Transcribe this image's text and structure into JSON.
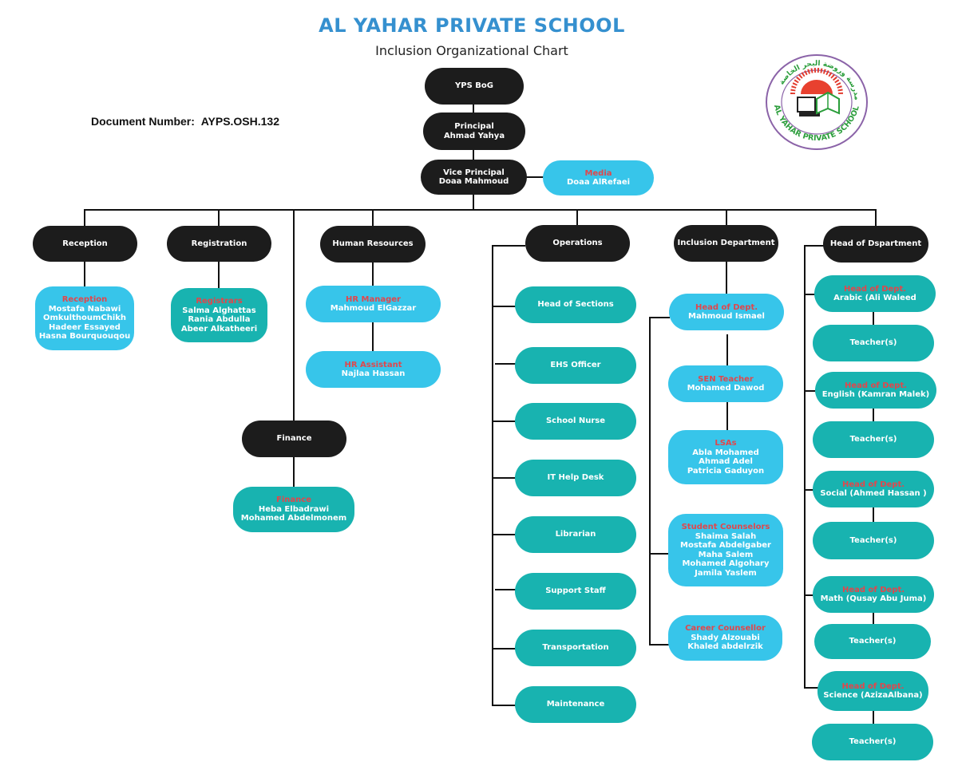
{
  "header": {
    "school_name": "AL YAHAR PRIVATE SCHOOL",
    "chart_title": "Inclusion Organizational Chart",
    "document_number_label": "Document Number:",
    "document_number": "AYPS.OSH.132"
  },
  "logo": {
    "icon": "school-crest-icon",
    "text": "AL YAHAR PRIVATE SCHOOL"
  },
  "colors": {
    "title": "#3590cf",
    "dark_node": "#1c1c1c",
    "teal_node": "#18b3b0",
    "blue_node": "#37c5ea",
    "role_label": "#e0474c"
  },
  "top": {
    "bog": "YPS BoG",
    "principal": {
      "role": "Principal",
      "name": "Ahmad Yahya"
    },
    "vice_principal": {
      "role": "Vice Principal",
      "name": "Doaa Mahmoud"
    },
    "media": {
      "role": "Media",
      "name": "Doaa AlRefaei"
    }
  },
  "departments": {
    "reception": {
      "title": "Reception",
      "staff": {
        "role": "Reception",
        "names": [
          "Mostafa Nabawi",
          "OmkulthoumChikh",
          "Hadeer Essayed",
          "Hasna Bourquouqou"
        ]
      }
    },
    "registration": {
      "title": "Registration",
      "staff": {
        "role": "Registrars",
        "names": [
          "Salma Alghattas",
          "Rania Abdulla",
          "Abeer Alkatheeri"
        ]
      }
    },
    "hr": {
      "title": "Human Resources",
      "manager": {
        "role": "HR Manager",
        "name": "Mahmoud ElGazzar"
      },
      "assistant": {
        "role": "HR Assistant",
        "name": "Najlaa Hassan"
      }
    },
    "finance": {
      "title": "Finance",
      "staff": {
        "role": "Finance",
        "names": [
          "Heba Elbadrawi",
          "Mohamed Abdelmonem"
        ]
      }
    },
    "operations": {
      "title": "Operations",
      "units": [
        "Head of Sections",
        "EHS Officer",
        "School Nurse",
        "IT Help Desk",
        "Librarian",
        "Support Staff",
        "Transportation",
        "Maintenance"
      ]
    },
    "inclusion": {
      "title": "Inclusion Department",
      "head": {
        "role": "Head of Dept.",
        "names": [
          "Mahmoud Ismael"
        ]
      },
      "sen": {
        "role": "SEN Teacher",
        "names": [
          "Mohamed Dawod"
        ]
      },
      "lsas": {
        "role": "LSAs",
        "names": [
          "Abla Mohamed",
          "Ahmad Adel",
          "Patricia Gaduyon"
        ]
      },
      "counselors": {
        "role": "Student Counselors",
        "names": [
          "Shaima Salah",
          "Mostafa Abdelgaber",
          "Maha Salem",
          "Mohamed Algohary",
          "Jamila Yaslem"
        ]
      },
      "career": {
        "role": "Career Counsellor",
        "names": [
          "Shady Alzouabi",
          "Khaled abdelrzik"
        ]
      }
    },
    "hod": {
      "title": "Head of Dspartment",
      "teacher_label": "Teacher(s)",
      "heads": [
        {
          "role": "Head of Dept.",
          "name": "Arabic (Ali Waleed"
        },
        {
          "role": "Head of Dept.",
          "name": "English (Kamran Malek)"
        },
        {
          "role": "Head of Dept.",
          "name": "Social (Ahmed Hassan )"
        },
        {
          "role": "Head of Dept.",
          "name": "Math (Qusay Abu Juma)"
        },
        {
          "role": "Head of Dept.",
          "name": "Science (AzizaAlbana)"
        }
      ]
    }
  }
}
